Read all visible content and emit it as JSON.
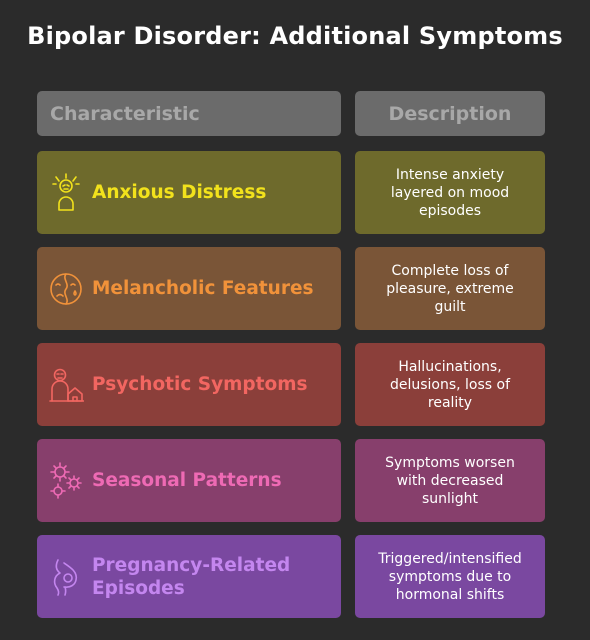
{
  "title": "Bipolar Disorder: Additional Symptoms",
  "headers": {
    "characteristic": "Characteristic",
    "description": "Description"
  },
  "rows": [
    {
      "label": "Anxious Distress",
      "description": "Intense anxiety layered on mood episodes",
      "icon": "anxious-person-icon",
      "bg": "#6e6a2c",
      "accent": "#f2e21c"
    },
    {
      "label": "Melancholic Features",
      "description": "Complete loss of pleasure, extreme guilt",
      "icon": "sad-face-tear-icon",
      "bg": "#7a5537",
      "accent": "#f1923a"
    },
    {
      "label": "Psychotic Symptoms",
      "description": "Hallucinations, delusions, loss of reality",
      "icon": "person-house-icon",
      "bg": "#8b3f3a",
      "accent": "#f26661"
    },
    {
      "label": "Seasonal Patterns",
      "description": "Symptoms worsen with decreased sunlight",
      "icon": "sun-gears-icon",
      "bg": "#873f6c",
      "accent": "#ee6ab4"
    },
    {
      "label": "Pregnancy-Related Episodes",
      "description": "Triggered/intensified symptoms due to hormonal shifts",
      "icon": "pregnancy-icon",
      "bg": "#7a48a0",
      "accent": "#c486ef"
    }
  ]
}
